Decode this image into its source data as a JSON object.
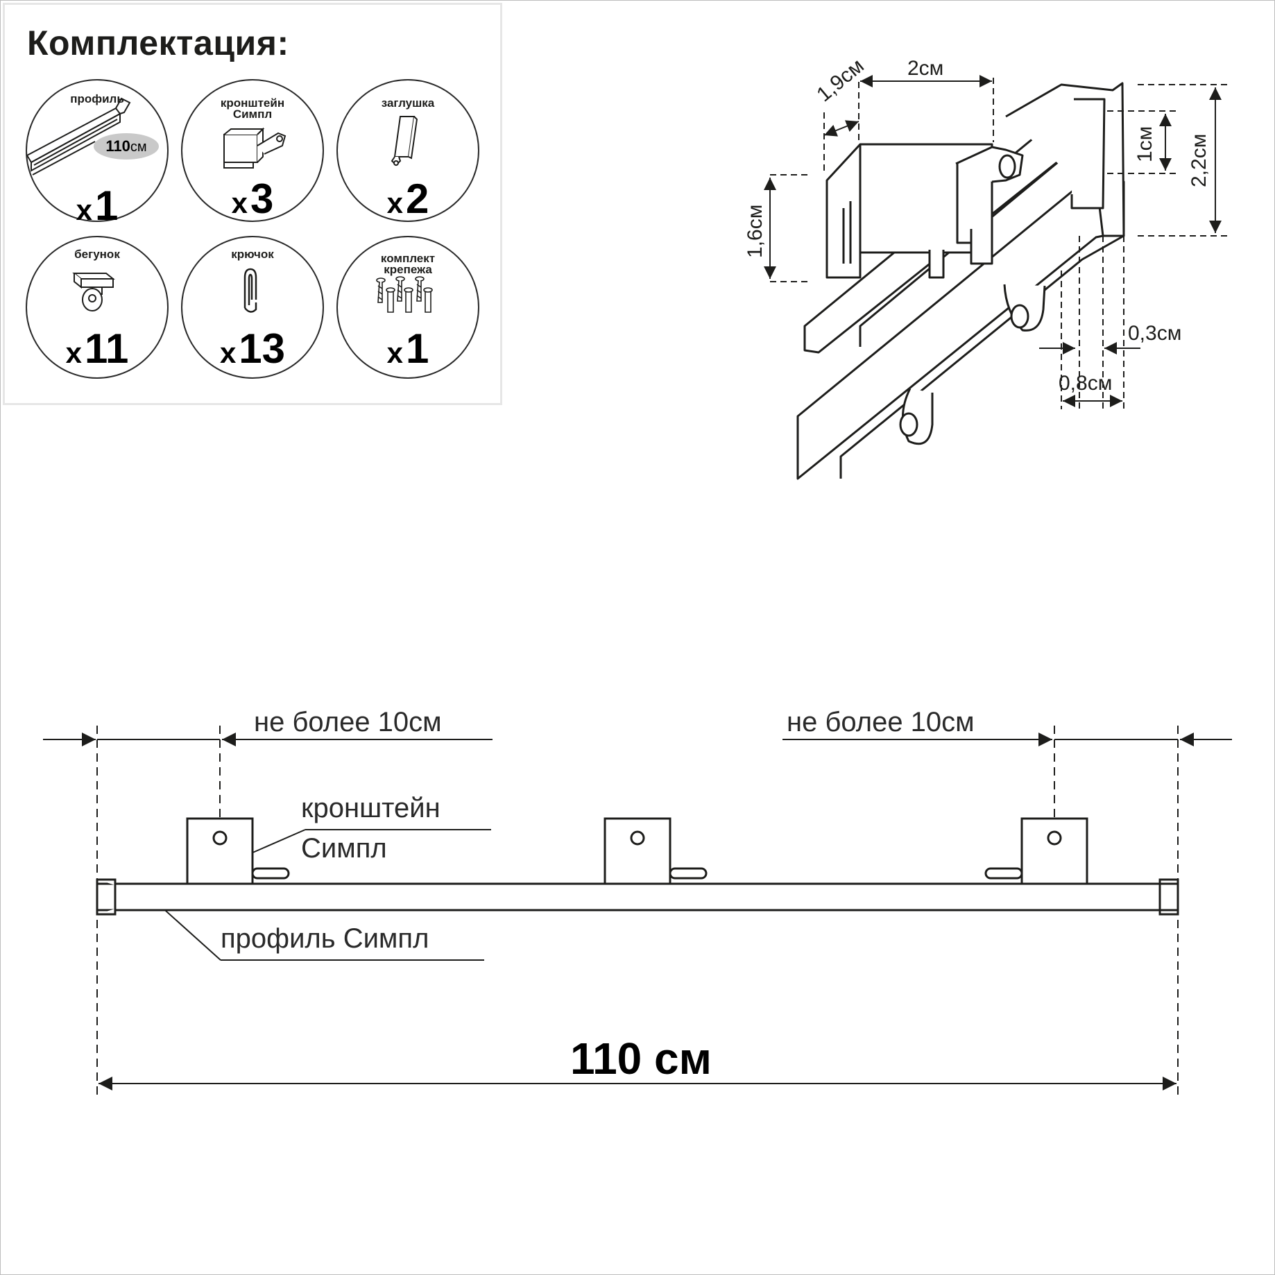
{
  "kit": {
    "title": "Комплектация:",
    "items": [
      {
        "label": "профиль",
        "x": "x",
        "qty": "1",
        "badge_num": "110",
        "badge_unit": "см"
      },
      {
        "label": "кронштейн",
        "label2": "Симпл",
        "x": "x",
        "qty": "3"
      },
      {
        "label": "заглушка",
        "x": "x",
        "qty": "2"
      },
      {
        "label": "бегунок",
        "x": "x",
        "qty": "11"
      },
      {
        "label": "крючок",
        "x": "x",
        "qty": "13"
      },
      {
        "label": "комплект",
        "label2": "крепежа",
        "x": "x",
        "qty": "1"
      }
    ]
  },
  "profile_dims": {
    "d19": "1,9см",
    "d2": "2см",
    "d16": "1,6см",
    "d1": "1см",
    "d22": "2,2см",
    "d03": "0,3см",
    "d08": "0,8см"
  },
  "layout_diagram": {
    "left_gap": "не более 10см",
    "right_gap": "не более 10см",
    "bracket_label_1": "кронштейн",
    "bracket_label_2": "Симпл",
    "profile_label": "профиль Симпл",
    "total_length": "110 см"
  }
}
